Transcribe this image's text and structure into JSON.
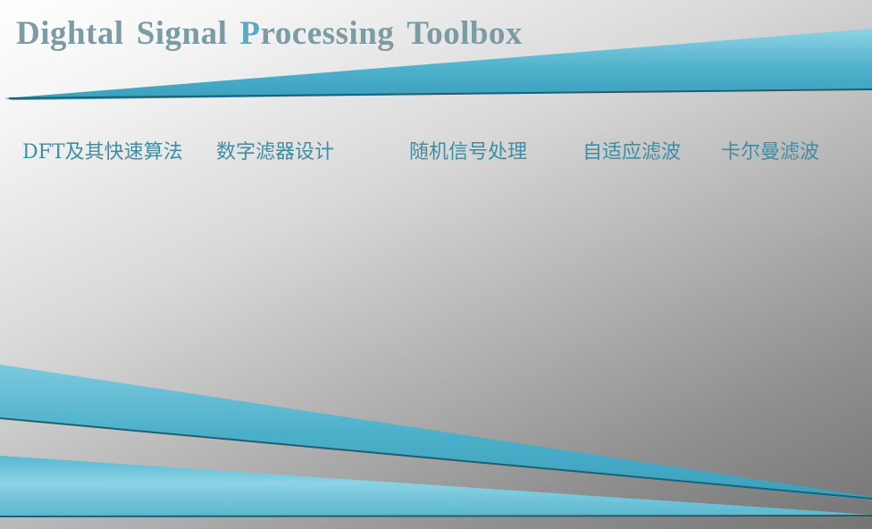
{
  "title": {
    "w1": "Dightal",
    "w2": "Signal",
    "w3_hl": "P",
    "w3_rest": "rocessing",
    "w4": "Toolbox"
  },
  "menu": [
    {
      "label": "DFT及其快速算法"
    },
    {
      "label": "数字滤器设计"
    },
    {
      "label": "随机信号处理"
    },
    {
      "label": "自适应滤波"
    },
    {
      "label": "卡尔曼滤波"
    }
  ],
  "colors": {
    "accent": "#4fb1cc",
    "title": "#7d9ba3",
    "menu_text": "#3f8da2"
  }
}
